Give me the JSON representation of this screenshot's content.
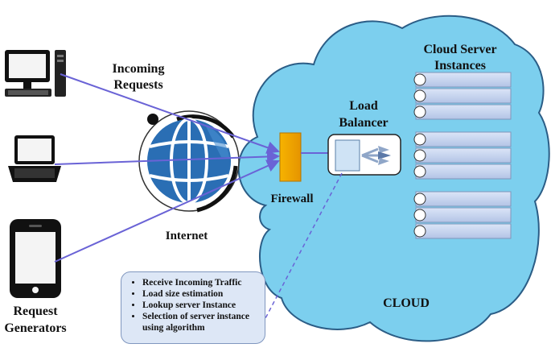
{
  "labels": {
    "incoming_requests_line1": "Incoming",
    "incoming_requests_line2": "Requests",
    "internet": "Internet",
    "request_generators_line1": "Request",
    "request_generators_line2": "Generators",
    "firewall": "Firewall",
    "load_balancer_line1": "Load",
    "load_balancer_line2": "Balancer",
    "cloud_server_line1": "Cloud Server",
    "cloud_server_line2": "Instances",
    "cloud": "CLOUD"
  },
  "callout": {
    "items": [
      "Receive Incoming Traffic",
      "Load size estimation",
      "Lookup server Instance",
      "Selection of server instance using algorithm"
    ]
  },
  "colors": {
    "cloud_fill": "#7ccfee",
    "cloud_stroke": "#2b5d86",
    "firewall": "#f2a900",
    "request_line": "#6a63d6",
    "server_bar": "#c6d4ef",
    "callout_fill": "#dde7f6"
  },
  "icons": [
    "desktop-computer-icon",
    "laptop-icon",
    "smartphone-icon",
    "globe-icon",
    "load-balancer-icon"
  ]
}
